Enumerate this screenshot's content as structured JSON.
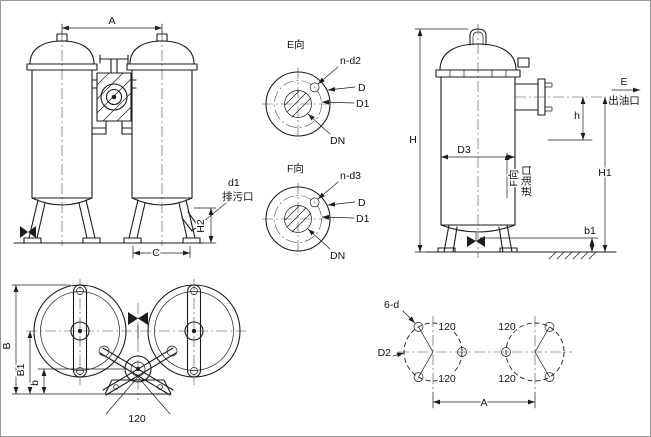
{
  "drawing": {
    "front_view": {
      "dim_width": "A",
      "drain_dim": "d1",
      "drain_port": "排污口",
      "dim_leg_height": "H2",
      "dim_foot_span": "C"
    },
    "flange_e": {
      "label": "E向",
      "bolt_holes": "n-d2",
      "outer_dia": "D",
      "bolt_circle_dia": "D1",
      "nominal_dia": "DN"
    },
    "flange_f": {
      "label": "F向",
      "bolt_holes": "n-d3",
      "outer_dia": "D",
      "bolt_circle_dia": "D1",
      "nominal_dia": "DN"
    },
    "side_view": {
      "dim_total_height": "H",
      "dim_body_dia": "D3",
      "outlet_dir": "E",
      "outlet_port": "出油口",
      "dim_outlet_offset": "h",
      "inlet_dir": "F向",
      "inlet_port": "进油口",
      "dim_inlet_height": "H1",
      "dim_foot_height": "b1"
    },
    "top_view": {
      "dim_width": "B",
      "dim_center_to_base": "B1",
      "dim_pump_to_base": "b",
      "angle": "120"
    },
    "foot_layout": {
      "bolt_holes": "6-d",
      "bolt_circle_dia": "D2",
      "angle": "120",
      "dim_center_distance": "A"
    }
  },
  "colors": {
    "line": "#1c1c1c",
    "background": "#ffffff"
  }
}
